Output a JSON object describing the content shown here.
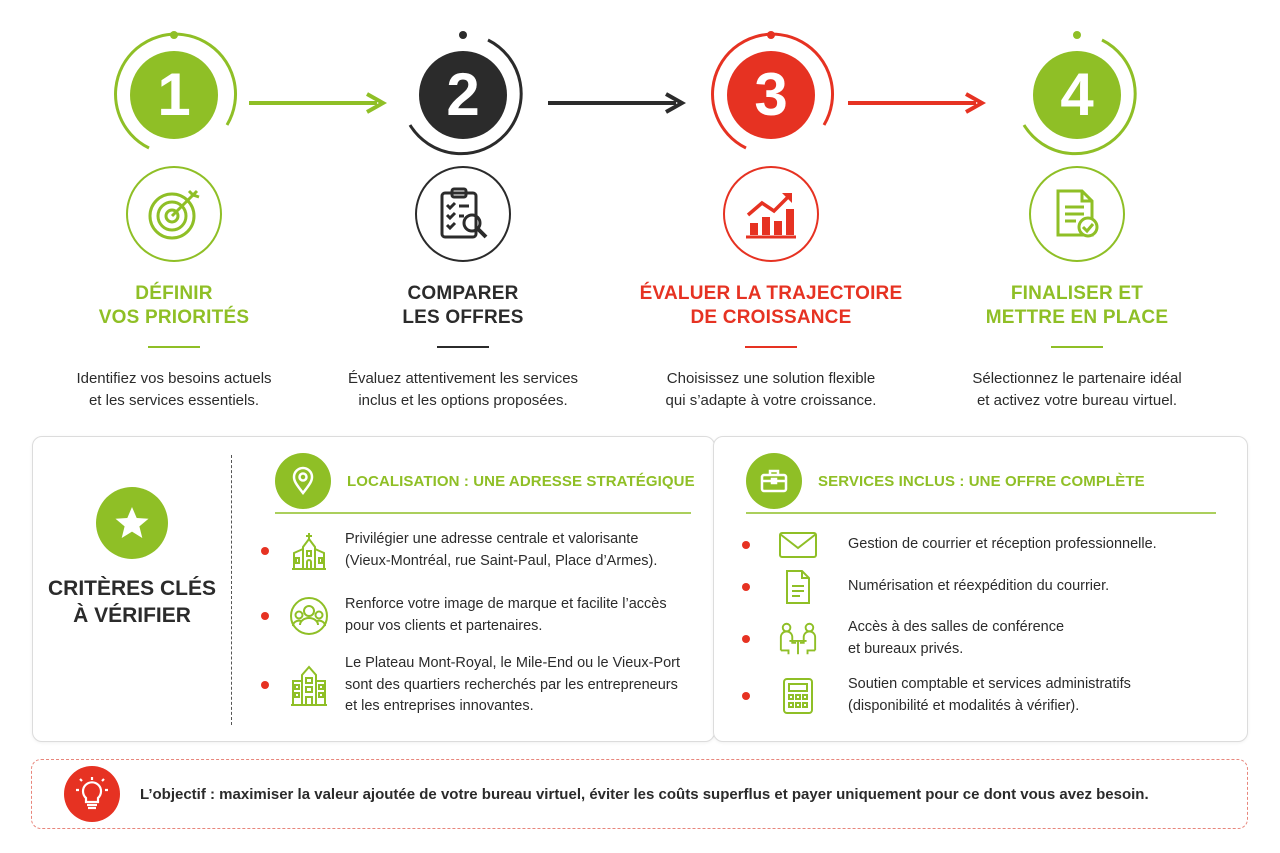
{
  "colors": {
    "green": "#8fbf26",
    "dark": "#2b2b2b",
    "red": "#e63222"
  },
  "steps": [
    {
      "number": "1",
      "icon": "target-icon",
      "color": "#8fbf26",
      "title_line1": "DÉFINIR",
      "title_line2": "VOS PRIORITÉS",
      "desc_line1": "Identifiez vos besoins actuels",
      "desc_line2": "et les services essentiels."
    },
    {
      "number": "2",
      "icon": "clipboard-search-icon",
      "color": "#2b2b2b",
      "title_line1": "COMPARER",
      "title_line2": "LES OFFRES",
      "desc_line1": "Évaluez attentivement les services",
      "desc_line2": "inclus et les options proposées."
    },
    {
      "number": "3",
      "icon": "growth-chart-icon",
      "color": "#e63222",
      "title_line1": "ÉVALUER LA TRAJECTOIRE",
      "title_line2": "DE CROISSANCE",
      "desc_line1": "Choisissez une solution flexible",
      "desc_line2": "qui s’adapte à votre croissance."
    },
    {
      "number": "4",
      "icon": "document-check-icon",
      "color": "#8fbf26",
      "title_line1": "FINALISER ET",
      "title_line2": "METTRE EN PLACE",
      "desc_line1": "Sélectionnez le partenaire idéal",
      "desc_line2": "et activez votre bureau virtuel."
    }
  ],
  "criteria": {
    "title_line1": "CRITÈRES CLÉS",
    "title_line2": "À VÉRIFIER",
    "icon": "star-icon"
  },
  "location": {
    "title": "LOCALISATION : UNE ADRESSE STRATÉGIQUE",
    "icon": "map-pin-icon",
    "items": [
      {
        "icon": "church-building-icon",
        "line1": "Privilégier une adresse centrale et valorisante",
        "line2": "(Vieux-Montréal, rue Saint-Paul, Place d’Armes).",
        "line3": ""
      },
      {
        "icon": "people-icon",
        "line1": "Renforce votre image de marque et facilite l’accès",
        "line2": "pour vos clients et partenaires.",
        "line3": ""
      },
      {
        "icon": "city-building-icon",
        "line1": "Le Plateau Mont-Royal, le Mile-End ou le Vieux-Port",
        "line2": "sont des quartiers recherchés par les entrepreneurs",
        "line3": "et les entreprises innovantes."
      }
    ]
  },
  "services": {
    "title": "SERVICES INCLUS : UNE OFFRE COMPLÈTE",
    "icon": "briefcase-icon",
    "items": [
      {
        "icon": "envelope-icon",
        "line1": "Gestion de courrier et réception professionnelle.",
        "line2": ""
      },
      {
        "icon": "document-icon",
        "line1": "Numérisation et réexpédition du courrier.",
        "line2": ""
      },
      {
        "icon": "meeting-icon",
        "line1": "Accès à des salles de conférence",
        "line2": "et bureaux privés."
      },
      {
        "icon": "calculator-icon",
        "line1": "Soutien comptable et services administratifs",
        "line2": "(disponibilité et modalités à vérifier)."
      }
    ]
  },
  "note": {
    "icon": "lightbulb-icon",
    "text": "L’objectif : maximiser la valeur ajoutée de votre bureau virtuel, éviter les coûts superflus et payer uniquement pour ce dont vous avez besoin."
  }
}
